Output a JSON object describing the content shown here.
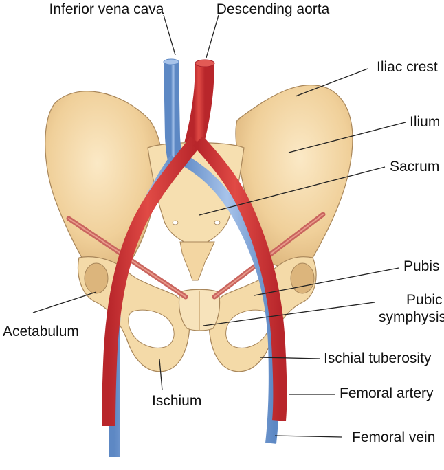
{
  "labels": {
    "inferior_vena_cava": "Inferior vena cava",
    "descending_aorta": "Descending aorta",
    "iliac_crest": "Iliac crest",
    "ilium": "Ilium",
    "sacrum": "Sacrum",
    "pubis": "Pubis",
    "pubic_symphysis_line1": "Pubic",
    "pubic_symphysis_line2": "symphysis",
    "acetabulum": "Acetabulum",
    "ischial_tuberosity": "Ischial tuberosity",
    "ischium": "Ischium",
    "femoral_artery": "Femoral artery",
    "femoral_vein": "Femoral vein"
  },
  "colors": {
    "bone": "#f3d7a3",
    "bone_dark": "#d9b27a",
    "bone_outline": "#a8865a",
    "artery": "#d6373a",
    "vein": "#7ea6d8",
    "ligament": "#c9645e"
  }
}
